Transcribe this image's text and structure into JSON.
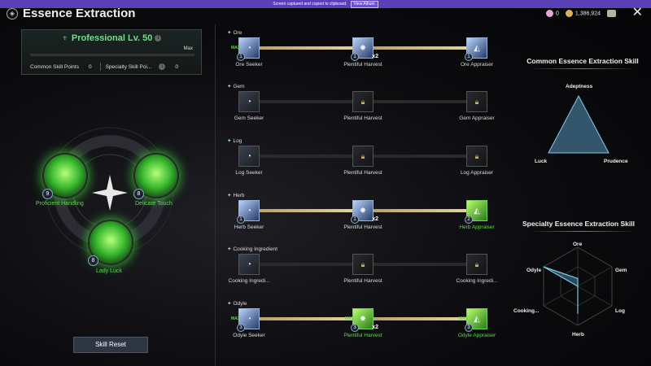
{
  "notice": {
    "text": "Screen captured and copied to clipboard.",
    "button": "View Album"
  },
  "header": {
    "title": "Essence Extraction"
  },
  "currency": {
    "gem_count": "0",
    "silver": "1,386,924"
  },
  "profession": {
    "title": "Professional Lv. 50",
    "max_label": "Max",
    "common_label": "Common Skill Points",
    "common_value": "0",
    "specialty_label": "Specialty Skill Poi...",
    "specialty_value": "0"
  },
  "orbs": [
    {
      "name": "Proficient Handling",
      "level": "9"
    },
    {
      "name": "Delicate Touch",
      "level": "8"
    },
    {
      "name": "Lady Luck",
      "level": "8"
    }
  ],
  "categories": [
    {
      "name": "Ore",
      "nodes": [
        {
          "label": "Ore Seeker",
          "level": "1",
          "max": "MAX",
          "state": "active"
        },
        {
          "label": "Plentiful Harvest",
          "level": "1",
          "badge": "x2",
          "state": "active"
        },
        {
          "label": "Ore Appraiser",
          "level": "1",
          "state": "active"
        }
      ]
    },
    {
      "name": "Gem",
      "nodes": [
        {
          "label": "Gem Seeker",
          "state": "dim"
        },
        {
          "label": "Plentiful Harvest",
          "state": "locked"
        },
        {
          "label": "Gem Appraiser",
          "state": "locked"
        }
      ]
    },
    {
      "name": "Log",
      "nodes": [
        {
          "label": "Log Seeker",
          "state": "dim"
        },
        {
          "label": "Plentiful Harvest",
          "state": "locked"
        },
        {
          "label": "Log Appraiser",
          "state": "locked"
        }
      ]
    },
    {
      "name": "Herb",
      "nodes": [
        {
          "label": "Herb Seeker",
          "level": "1",
          "state": "active"
        },
        {
          "label": "Plentiful Harvest",
          "level": "1",
          "badge": "x2",
          "state": "active"
        },
        {
          "label": "Herb Appraiser",
          "level": "2",
          "state": "green"
        }
      ]
    },
    {
      "name": "Cooking Ingredient",
      "nodes": [
        {
          "label": "Cooking Ingredi...",
          "state": "dim"
        },
        {
          "label": "Plentiful Harvest",
          "state": "locked"
        },
        {
          "label": "Cooking Ingredi...",
          "state": "locked"
        }
      ]
    },
    {
      "name": "Odyle",
      "nodes": [
        {
          "label": "Odyle Seeker",
          "level": "3",
          "max": "MAX",
          "state": "active"
        },
        {
          "label": "Plentiful Harvest",
          "level": "3",
          "max": "MAX",
          "badge": "x2",
          "state": "green"
        },
        {
          "label": "Odyle Appraiser",
          "level": "3",
          "max": "MAX",
          "state": "green"
        }
      ]
    }
  ],
  "common_radar": {
    "title": "Common Essence Extraction Skill",
    "labels": [
      "Adeptness",
      "Luck",
      "Prudence"
    ],
    "values": [
      1,
      1,
      1
    ]
  },
  "specialty_radar": {
    "title": "Specialty Essence Extraction Skill",
    "labels": [
      "Ore",
      "Gem",
      "Log",
      "Herb",
      "Cooking...",
      "Odyle"
    ],
    "values": [
      0.2,
      0,
      0,
      0.7,
      0,
      1
    ]
  },
  "buttons": {
    "reset": "Skill Reset"
  }
}
